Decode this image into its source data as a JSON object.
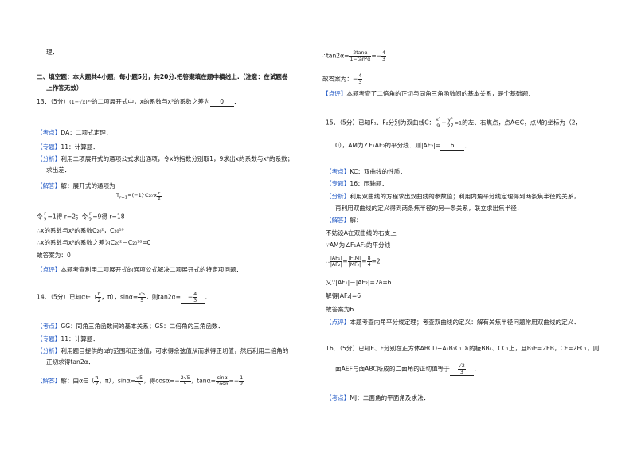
{
  "left": {
    "l01": "理．",
    "l02": "二、填空题：本大题共4小题，每小题5分，共20分.把答案填在题中横线上.（注意：在试题卷",
    "l03": "上作答无效）",
    "q13_pre": "13．（5分）",
    "q13_expr": "(1−√x)²⁰",
    "q13_mid": "的二项展开式中，x的系数与x⁹的系数之差为",
    "q13_ans": "0",
    "q13_end": "．",
    "kd_tag": "【考点】",
    "kd_text": "DA：二项式定理．",
    "zt_tag": "【专题】",
    "zt_text": "11：计算题．",
    "fx_tag": "【分析】",
    "fx_text1": "利用二项展开式的通项公式求出通项，令x的指数分别取1，9求出x的系数与x⁹的系数；",
    "fx_text2": "求出差．",
    "jd_tag": "【解答】",
    "jd_text1": "解：展开式的通项为",
    "jd_formula": "T",
    "jd_formula_rest": "=(−1)ʳC₂₀ʳx",
    "jd_sub": "r+1",
    "jd_exp_n": "r",
    "jd_exp_d": "2",
    "l_let1": "令",
    "l_let1b": "=1得 r=2；令",
    "l_let1c": "=9得 r=18",
    "l_res1": "∴x的系数与x⁹的系数C₂₀²，C₂₀¹⁸",
    "l_res2": "∴x的系数与x⁹的系数之差为C₂₀²－C₂₀¹⁸=0",
    "l_ans": "故答案为：0",
    "dp_tag": "【点评】",
    "dp_text": "本题考查利用二项展开式的通项公式解决二项展开式的特定项问题．",
    "q14_pre": "14．（5分）已知α∈（",
    "q14_frac_n": "π",
    "q14_frac_d": "2",
    "q14_mid": "，π），sinα=",
    "q14_sin_n": "√5",
    "q14_sin_d": "5",
    "q14_mid2": "，则tan2α=",
    "q14_ans_n": "4",
    "q14_ans_d": "3",
    "q14_ans_sign": "−",
    "q14_end": "．",
    "kd14_text": "GG：同角三角函数间的基本关系；GS：二倍角的三角函数．",
    "zt14_text": "11：计算题．",
    "fx14_text1": "利用题目提供的α的范围和正弦值，可求得余弦值从而求得正切值，然后利用二倍角的",
    "fx14_text2": "正切求得tan2α．",
    "jd14_text": "解：由α∈（",
    "jd14_mid": "，π），sinα=",
    "jd14_mid2": "，得cosα=",
    "jd14_cos_sign": "−",
    "jd14_cos_n": "2√5",
    "jd14_cos_d": "5",
    "jd14_mid3": "，tanα=",
    "jd14_tan_n": "sinα",
    "jd14_tan_d": "cosα",
    "jd14_mid4": "=−",
    "jd14_half_n": "1",
    "jd14_half_d": "2"
  },
  "right": {
    "r01_pre": "∴tan2α=",
    "r01_n": "2tanα",
    "r01_d": "1−tan²α",
    "r01_eq": "=−",
    "r01_an": "4",
    "r01_ad": "3",
    "r02": "故答案为：",
    "r02_sign": "−",
    "r02_n": "4",
    "r02_d": "3",
    "dp_tag": "【点评】",
    "dp_text": "本题考查了二倍角的正切与同角三角函数间的基本关系，是个基础题．",
    "q15_pre": "15．（5分）已知F₁、F₂分别为双曲线C：",
    "q15_eq1_n": "x²",
    "q15_eq1_d": "9",
    "q15_minus": "−",
    "q15_eq2_n": "y²",
    "q15_eq2_d": "27",
    "q15_eq_tail": "=1",
    "q15_mid": "的左、右焦点，点A∈C，点M的坐标为（2，",
    "q15_l2": "0），AM为∠F₁AF₂的平分线．则|AF₂|=",
    "q15_ans": "6",
    "q15_end": "．",
    "kd_tag": "【考点】",
    "kd_text": "KC：双曲线的性质．",
    "zt_tag": "【专题】",
    "zt_text": "16：压轴题．",
    "fx_tag": "【分析】",
    "fx_text1": "利用双曲线的方程求出双曲线的参数值；利用内角平分线定理得到两条焦半径的关系，",
    "fx_text2": "再利用双曲线的定义得到两条焦半径的另一条关系，联立求出焦半径．",
    "jd_tag": "【解答】",
    "jd_text": "解：",
    "r_a1": "不妨设A在双曲线的右支上",
    "r_a2": "∵AM为∠F₁AF₂的平分线",
    "r_a3_pre": "∴",
    "r_a3_n1": "|AF₁|",
    "r_a3_d1": "|AF₂|",
    "r_a3_eq": "=",
    "r_a3_n2": "|F₁M|",
    "r_a3_d2": "|MF₂|",
    "r_a3_eq2": "=",
    "r_a3_n3": "8",
    "r_a3_d3": "4",
    "r_a3_tail": "=2",
    "r_a4": "又∵|AF₁|－|AF₂|=2a=6",
    "r_a5": "解得|AF₂|=6",
    "r_a6": "故答案为6",
    "dp2_tag": "【点评】",
    "dp2_text": "本题考查内角平分线定理；考查双曲线的定义：解有关焦半径问题常用双曲线的定义．",
    "q16_pre": "16．（5分）已知E、F分别在正方体ABCD−A₁B₁C₁D₁的棱BB₁、CC₁上，且B₁E=2EB，CF=2FC₁，则",
    "q16_l2": "面AEF与面ABC所成的二面角的正切值等于",
    "q16_ans": "√2",
    "q16_ans_d": "3",
    "q16_end": "．",
    "kd16_tag": "【考点】",
    "kd16_text": "MJ：二面角的平面角及求法．"
  }
}
